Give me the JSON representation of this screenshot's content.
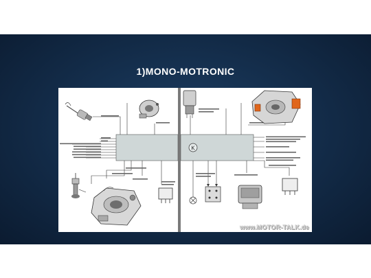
{
  "slide": {
    "title": "1)MONO-MOTRONIC"
  },
  "diagram": {
    "watermark": "www.MOTOR-TALK.de",
    "ecu_symbol": "K",
    "colors": {
      "background_band": "#15304f",
      "ecu_box": "#cfd7d7",
      "wire": "#333333",
      "component_orange": "#e0661c"
    }
  }
}
